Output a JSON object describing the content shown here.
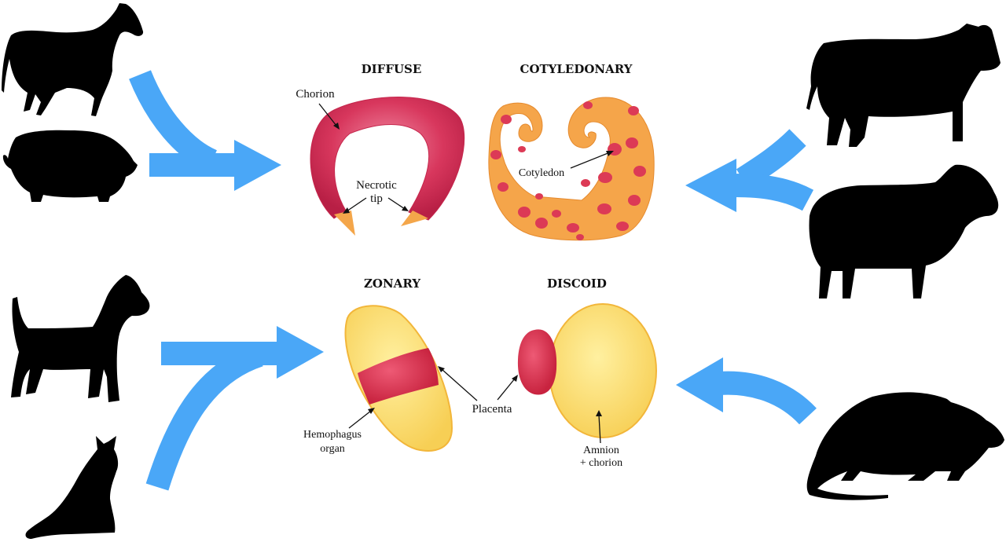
{
  "types": {
    "diffuse": "DIFFUSE",
    "cotyledonary": "COTYLEDONARY",
    "zonary": "ZONARY",
    "discoid": "DISCOID"
  },
  "labels": {
    "chorion": "Chorion",
    "necrotic_line1": "Necrotic",
    "necrotic_line2": "tip",
    "cotyledon": "Cotyledon",
    "hemophagus_line1": "Hemophagus",
    "hemophagus_line2": "organ",
    "placenta": "Placenta",
    "amnion_line1": "Amnion",
    "amnion_line2": "+ chorion"
  },
  "animals": [
    "horse-silhouette-icon",
    "pig-silhouette-icon",
    "dog-silhouette-icon",
    "cat-silhouette-icon",
    "cow-silhouette-icon",
    "sheep-silhouette-icon",
    "rat-silhouette-icon"
  ],
  "colors": {
    "arrow": "#4aa7f7",
    "diffuse": "#d8375d",
    "cotyledonary": "#f5a54a",
    "cotyledon": "#dc3a56",
    "zonary": "#f9d65c",
    "band": "#d82f4f",
    "tip": "#f4a64a"
  }
}
